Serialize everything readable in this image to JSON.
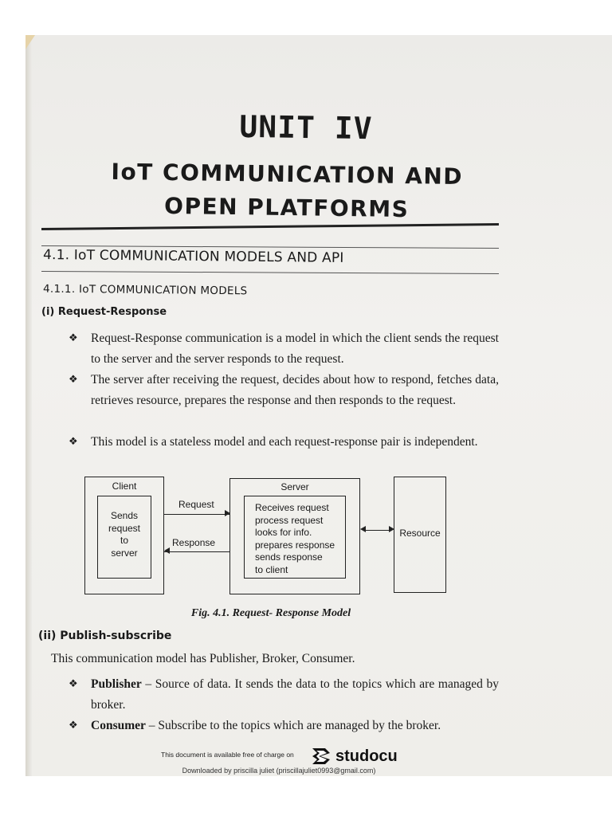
{
  "header": {
    "unit": "UNIT IV",
    "title_line1": "IoT COMMUNICATION AND",
    "title_line2": "OPEN PLATFORMS"
  },
  "section": {
    "heading": "4.1. IoT COMMUNICATION MODELS AND API",
    "subsection": "4.1.1. IoT COMMUNICATION MODELS"
  },
  "request_response": {
    "heading": "(i) Request-Response",
    "bullets": [
      "Request-Response communication is a model in which the client sends the request to the server and the server responds to the request.",
      "The server after receiving the request, decides about how to respond, fetches data, retrieves resource, prepares the response and then responds to the request.",
      "This model is a stateless model and each request-response pair is independent."
    ],
    "bullet_icon": "diamond-bullet-icon"
  },
  "diagram": {
    "client_label": "Client",
    "client_inner": [
      "Sends",
      "request",
      "to",
      "server"
    ],
    "server_label": "Server",
    "server_inner": [
      "Receives request",
      "process request",
      "looks for info.",
      "prepares response",
      "sends response",
      "to client"
    ],
    "resource_label": "Resource",
    "request_label": "Request",
    "response_label": "Response",
    "caption": "Fig. 4.1. Request- Response Model"
  },
  "publish_subscribe": {
    "heading": "(ii) Publish-subscribe",
    "intro": "This communication model has Publisher, Broker, Consumer.",
    "items": [
      {
        "term": "Publisher",
        "text": " – Source of data. It sends the data to the topics which are managed by broker."
      },
      {
        "term": "Consumer",
        "text": " – Subscribe to the topics which are managed by the broker."
      }
    ]
  },
  "footer": {
    "availability": "This document is available free of charge on",
    "brand": "studocu",
    "downloaded": "Downloaded by priscilla juliet (priscillajuliet0993@gmail.com)"
  },
  "colors": {
    "paper": "#efeeea",
    "ink": "#1a1a1a"
  }
}
